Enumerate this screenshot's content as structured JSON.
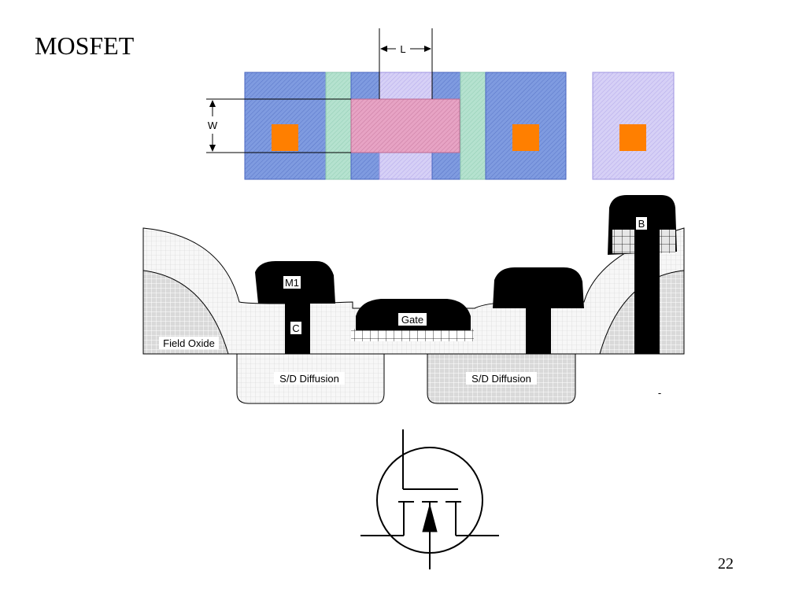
{
  "slide": {
    "title": "MOSFET",
    "page_number": "22"
  },
  "layout_view": {
    "length_label": "L",
    "width_label": "W"
  },
  "cross_section": {
    "m1_label": "M1",
    "contact_label": "C",
    "gate_label": "Gate",
    "body_label": "B",
    "field_oxide_label": "Field Oxide",
    "sd_diffusion_left_label": "S/D Diffusion",
    "sd_diffusion_right_label": "S/D Diffusion",
    "stray_mark": "-"
  },
  "colors": {
    "diffusion_blue": "#6f8fd8",
    "poly_green": "#a9dcc6",
    "gate_pink": "#e99ab8",
    "well_lavender": "#c8c0f0",
    "contact_orange": "#ff7f00",
    "metal_black": "#000000"
  },
  "symbol": {
    "icon": "nmos-transistor-symbol-icon"
  }
}
